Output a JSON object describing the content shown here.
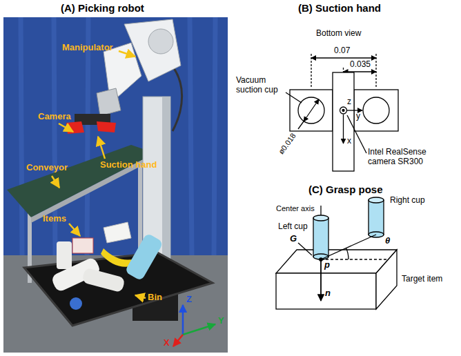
{
  "diagram": {
    "labels": [
      "(A) Picking robot",
      "(B) Suction hand",
      "(C) Grasp pose",
      "Manipulator",
      "Camera",
      "Conveyor",
      "Suction hand",
      "Items",
      "Bin",
      "Z",
      "Y",
      "X",
      "Bottom view",
      "0.07",
      "0.035",
      "Vacuum suction cup",
      "ø0.018",
      "z",
      "y",
      "x",
      "Intel RealSense camera SR300",
      "Center axis",
      "Left cup",
      "Right cup",
      "G",
      "p",
      "n",
      "θ",
      "Target item"
    ]
  }
}
